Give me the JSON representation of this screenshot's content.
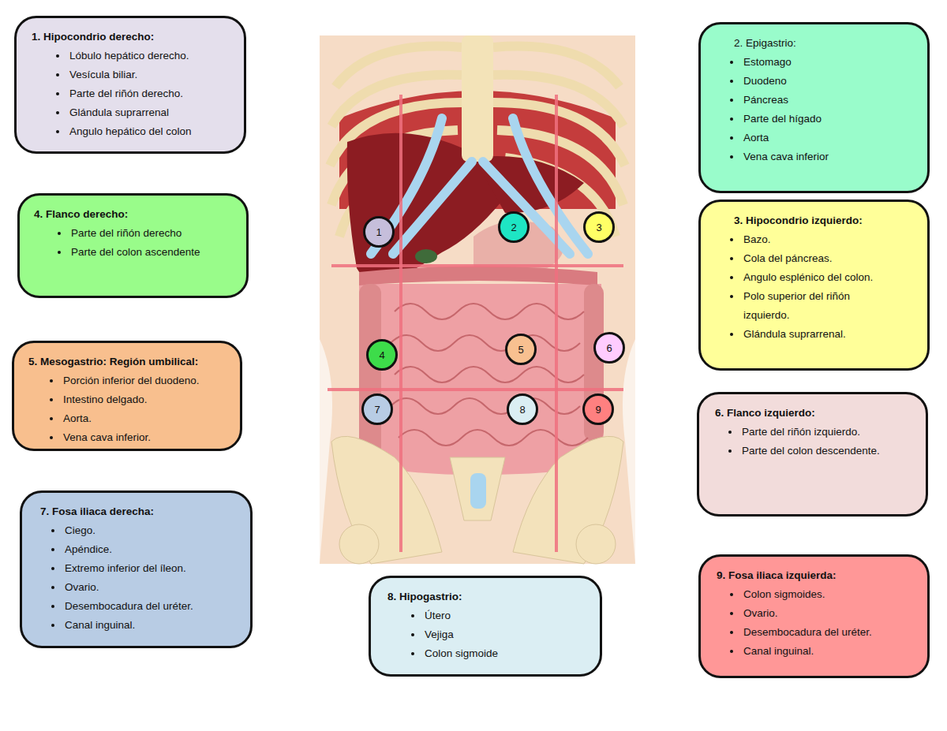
{
  "diagram": {
    "nodes": [
      {
        "text": [
          "1. Hipocondrio derecho:",
          "Lóbulo hepático derecho.",
          "Vesícula biliar.",
          "Parte del riñón derecho.",
          "Glándula suprarrenal",
          "Angulo hepático del colon"
        ]
      },
      {
        "text": [
          "2. Epigastrio:",
          "Estomago",
          "Duodeno",
          "Páncreas",
          "Parte del hígado",
          "Aorta",
          "Vena cava inferior"
        ]
      },
      {
        "text": [
          "4. Flanco derecho:",
          "Parte del riñón derecho",
          "Parte del colon ascendente"
        ]
      },
      {
        "text": [
          "3. Hipocondrio izquierdo:",
          "Bazo.",
          "Cola del páncreas.",
          "Angulo esplénico del colon.",
          "Polo superior del riñón izquierdo.",
          "Glándula suprarrenal."
        ]
      },
      {
        "text": [
          "5. Mesogastrio: Región umbilical:",
          "Porción inferior del duodeno.",
          "Intestino delgado.",
          "Aorta.",
          "Vena cava inferior."
        ]
      },
      {
        "text": [
          "6. Flanco izquierdo:",
          "Parte del riñón izquierdo.",
          "Parte del colon descendente."
        ]
      },
      {
        "text": [
          "7. Fosa iliaca derecha:",
          "Ciego.",
          "Apéndice.",
          "Extremo inferior del íleon.",
          "Ovario.",
          "Desembocadura del uréter.",
          "Canal inguinal."
        ]
      },
      {
        "text": [
          "9. Fosa iliaca izquierda:",
          "Colon sigmoides.",
          "Ovario.",
          "Desembocadura del uréter.",
          "Canal inguinal."
        ]
      },
      {
        "text": [
          "8. Hipogastrio:",
          "Útero",
          "Vejiga",
          "Colon sigmoide"
        ]
      },
      {
        "text": [
          "1"
        ]
      },
      {
        "text": [
          "2"
        ]
      },
      {
        "text": [
          "3"
        ]
      },
      {
        "text": [
          "4"
        ]
      },
      {
        "text": [
          "5"
        ]
      },
      {
        "text": [
          "6"
        ]
      },
      {
        "text": [
          "7"
        ]
      },
      {
        "text": [
          "8"
        ]
      },
      {
        "text": [
          "9"
        ]
      }
    ]
  }
}
